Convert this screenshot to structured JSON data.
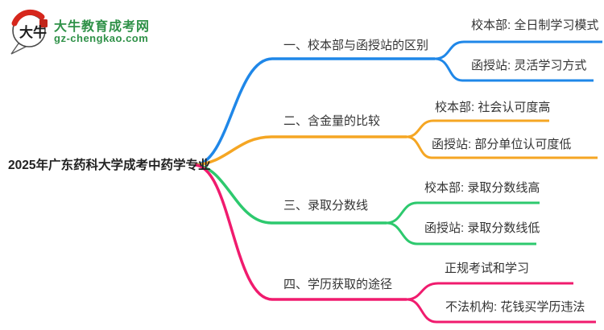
{
  "logo": {
    "title": "大牛教育成考网",
    "url": "gz-chengkao.com",
    "mark_text": "大牛",
    "brand_color": "#2f9148"
  },
  "center": {
    "label": "2025年广东药科大学成考中药学专业"
  },
  "branches": [
    {
      "label": "一、校本部与函授站的区别",
      "color": "#1f87e8",
      "leaves": [
        "校本部: 全日制学习模式",
        "函授站: 灵活学习方式"
      ]
    },
    {
      "label": "二、含金量的比较",
      "color": "#f5a623",
      "leaves": [
        "校本部: 社会认可度高",
        "函授站: 部分单位认可度低"
      ]
    },
    {
      "label": "三、录取分数线",
      "color": "#2dc96e",
      "leaves": [
        "校本部: 录取分数线高",
        "函授站: 录取分数线低"
      ]
    },
    {
      "label": "四、学历获取的途径",
      "color": "#f01b6e",
      "leaves": [
        "正规考试和学习",
        "不法机构: 花钱买学历违法"
      ]
    }
  ]
}
